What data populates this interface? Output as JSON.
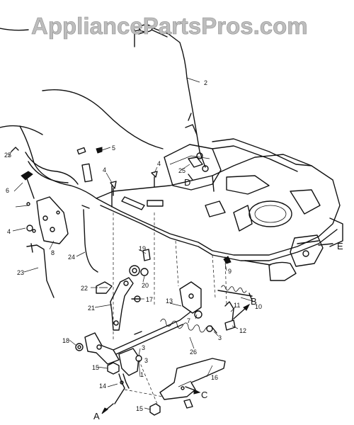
{
  "watermark": "AppliancePartsPros.com",
  "callouts": {
    "c1": "1",
    "c2": "2",
    "c3a": "3",
    "c3b": "3",
    "c3c": "3",
    "c4a": "4",
    "c4b": "4",
    "c4c": "4",
    "c5": "5",
    "c6": "6",
    "c7": "7",
    "c8": "8",
    "c9": "9",
    "c10": "10",
    "c11": "11",
    "c12": "12",
    "c13": "13",
    "c14": "14",
    "c15a": "15",
    "c15b": "15",
    "c16": "16",
    "c17": "17",
    "c18": "18",
    "c19": "19",
    "c20": "20",
    "c21": "21",
    "c22": "22",
    "c23": "23",
    "c24": "24",
    "c25a": "25",
    "c25b": "25",
    "c26": "26"
  },
  "letters": {
    "a": "A",
    "b": "B",
    "c": "C",
    "d": "D",
    "e": "E"
  }
}
